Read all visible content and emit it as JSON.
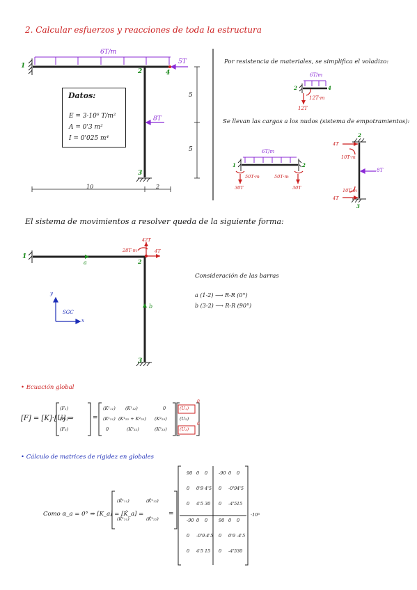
{
  "title": "2. Calcular esfuerzos y reacciones de toda la estructura",
  "frame1": {
    "load_top": "6T/m",
    "force_right": "5T",
    "node1": "1",
    "node2": "2",
    "node4": "4",
    "node3": "3",
    "force_side": "8T",
    "dim_v1": "5",
    "dim_v2": "5",
    "dim_h1": "10",
    "dim_h2": "2"
  },
  "datos": {
    "heading": "Datos:",
    "line1": "E = 3·10⁶ T/m²",
    "line2": "A = 0'3 m²",
    "line3": "I = 0'025 m⁴"
  },
  "right1": {
    "text1": "Por resistencia de materiales, se simplifica el voladizo:",
    "cant_load": "6T/m",
    "cant_moment": "12T·m",
    "cant_force": "12T",
    "cant_n2": "2",
    "cant_n4": "4",
    "text2": "Se llevan las cargas a los nudos (sistema de empotramientos):",
    "beam_load": "6T/m",
    "beam_m1": "50T·m",
    "beam_m2": "50T·m",
    "beam_r1": "30T",
    "beam_r2": "30T",
    "beam_n1": "1",
    "beam_n2": "2",
    "col_n2": "2",
    "col_n3": "3",
    "col_top_f": "4T",
    "col_top_m": "10T·m",
    "col_side": "8T",
    "col_bot_m": "10T·m",
    "col_bot_f": "4T"
  },
  "sys": {
    "text": "El sistema de movimientos a resolver queda de la siguiente forma:",
    "f_up": "42T",
    "moment": "28T·m",
    "f_right": "4T",
    "n1": "1",
    "n2": "2",
    "n3": "3",
    "bar_a": "a",
    "bar_b": "b",
    "axis_y": "y",
    "axis_x": "x",
    "sgc": "SGC"
  },
  "consid": {
    "heading": "Consideración de las barras",
    "line1": "a (1-2) ⟶ R-R (0°)",
    "line2": "b (3-2) ⟶ R-R (90°)"
  },
  "eq": {
    "heading": "• Ecuación global",
    "lhs": "[F] = [K]·[U] ⇒",
    "f1": "(F₁)",
    "f2": "(F₂)",
    "f3": "(F₃)",
    "k11": "(K¹₁₁)",
    "k12": "(K¹₁₂)",
    "k13": "0",
    "k21": "(K¹₂₁)",
    "k22": "(K¹₂₂ + K²₂₂)",
    "k23": "(K²₂₃)",
    "k31": "0",
    "k32": "(K²₃₂)",
    "k33": "(K²₃₃)",
    "u1": "(U₁)",
    "u2": "(U₂)",
    "u3": "(U₃)",
    "zero": "0"
  },
  "mat": {
    "heading": "• Cálculo de matrices de rigidez en globales",
    "lhs": "Como α_a = 0° ⇒ [K_a] = [K̂_a] =",
    "block": "[(K̂¹₁₁) (K̂¹₁₂); (K̂¹₂₁) (K̂¹₂₂)]",
    "b11": "(K̂¹₁₁)",
    "b12": "(K̂¹₁₂)",
    "b21": "(K̂¹₂₁)",
    "b22": "(K̂¹₂₂)",
    "rows": [
      [
        "90",
        "0",
        "0",
        "-90",
        "0",
        "0"
      ],
      [
        "0",
        "0'9",
        "4'5",
        "0",
        "-0'9",
        "4'5"
      ],
      [
        "0",
        "4'5",
        "30",
        "0",
        "-4'5",
        "15"
      ],
      [
        "-90",
        "0",
        "0",
        "90",
        "0",
        "0"
      ],
      [
        "0",
        "-0'9",
        "-4'5",
        "0",
        "0'9",
        "-4'5"
      ],
      [
        "0",
        "4'5",
        "15",
        "0",
        "-4'5",
        "30"
      ]
    ],
    "factor": "·10³"
  },
  "colors": {
    "red": "#cc1f1f",
    "purple": "#8b2bd6",
    "green": "#1b8a1b",
    "blue": "#1e2fb8"
  }
}
